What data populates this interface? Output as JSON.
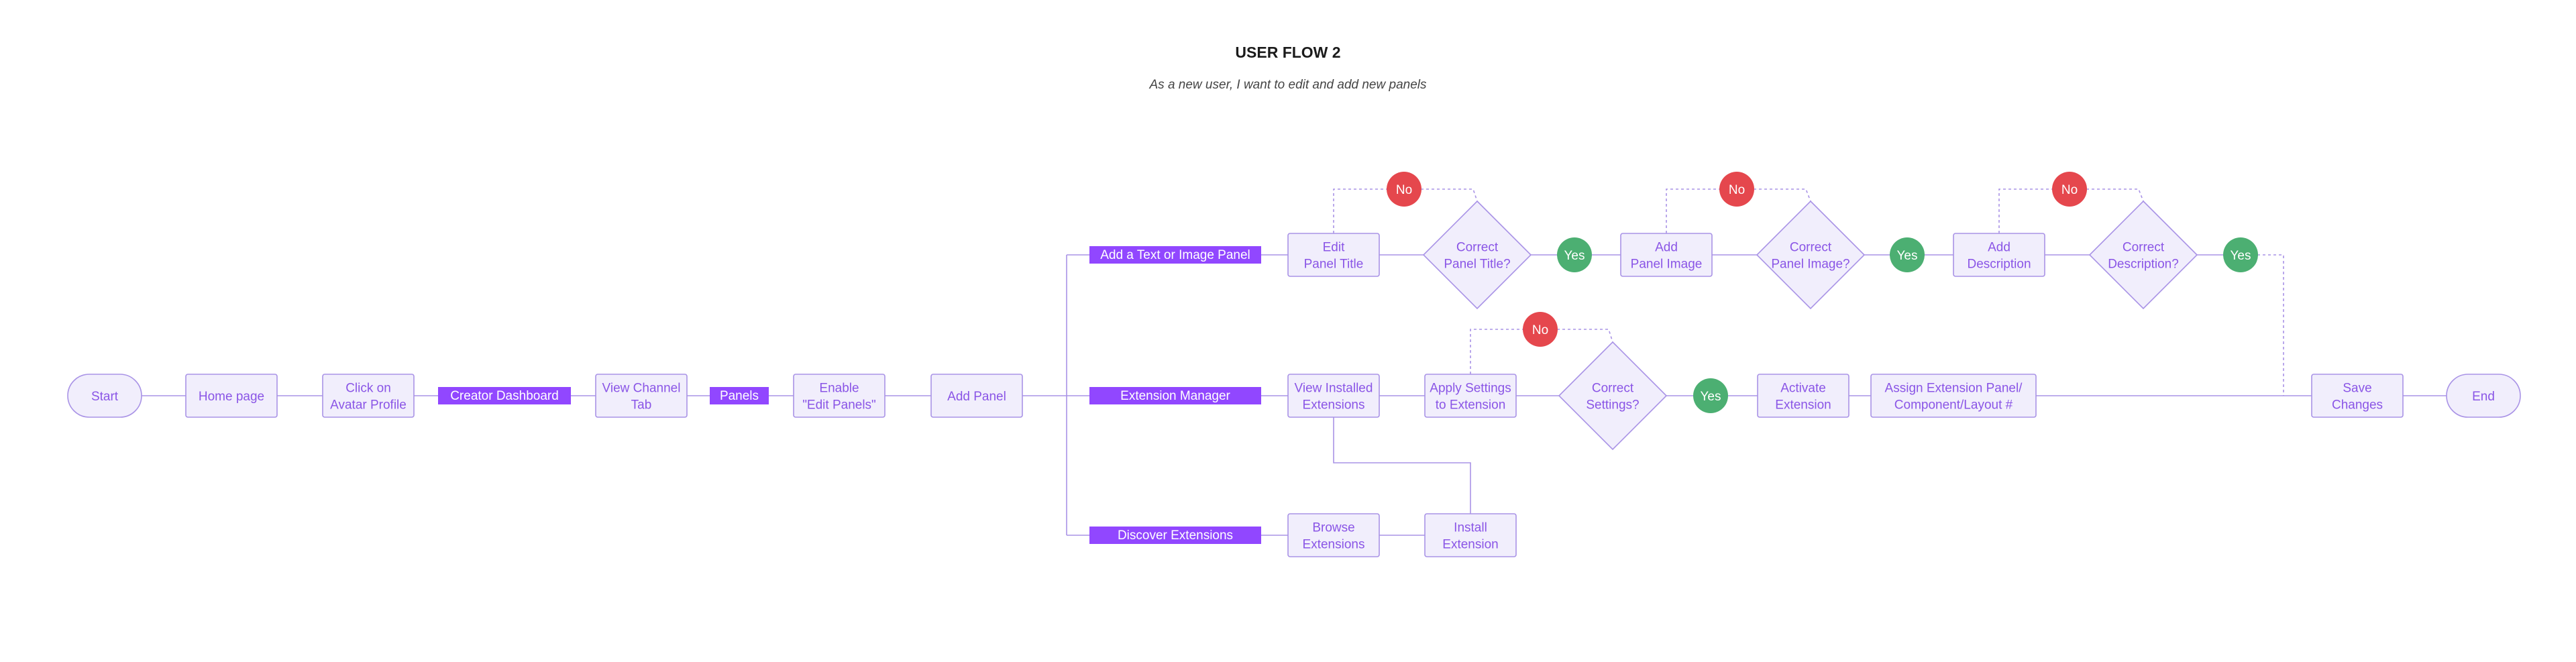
{
  "header": {
    "title": "USER FLOW 2",
    "subtitle": "As a new user, I want to edit and add new panels"
  },
  "colors": {
    "node_fill": "#f1eefc",
    "node_stroke": "#a993e6",
    "node_text": "#8a55e6",
    "bar_fill": "#9147ff",
    "no_badge": "#e5474d",
    "yes_badge": "#4caf72"
  },
  "nodes": {
    "start": {
      "shape": "terminal",
      "lines": [
        "Start"
      ]
    },
    "home_page": {
      "shape": "process",
      "lines": [
        "Home page"
      ]
    },
    "click_avatar": {
      "shape": "process",
      "lines": [
        "Click on",
        "Avatar Profile"
      ]
    },
    "creator_dashboard": {
      "shape": "bar",
      "lines": [
        "Creator Dashboard"
      ]
    },
    "view_channel_tab": {
      "shape": "process",
      "lines": [
        "View Channel",
        "Tab"
      ]
    },
    "panels": {
      "shape": "bar",
      "lines": [
        "Panels"
      ]
    },
    "enable_edit_panels": {
      "shape": "process",
      "lines": [
        "Enable",
        "\"Edit Panels\""
      ]
    },
    "add_panel": {
      "shape": "process",
      "lines": [
        "Add Panel"
      ]
    },
    "add_text_image_panel": {
      "shape": "bar",
      "lines": [
        "Add a Text or Image Panel"
      ]
    },
    "extension_manager": {
      "shape": "bar",
      "lines": [
        "Extension Manager"
      ]
    },
    "discover_extensions": {
      "shape": "bar",
      "lines": [
        "Discover Extensions"
      ]
    },
    "edit_panel_title": {
      "shape": "process",
      "lines": [
        "Edit",
        "Panel Title"
      ]
    },
    "correct_panel_title": {
      "shape": "decision",
      "lines": [
        "Correct",
        "Panel Title?"
      ]
    },
    "add_panel_image": {
      "shape": "process",
      "lines": [
        "Add",
        "Panel Image"
      ]
    },
    "correct_panel_image": {
      "shape": "decision",
      "lines": [
        "Correct",
        "Panel Image?"
      ]
    },
    "add_description": {
      "shape": "process",
      "lines": [
        "Add",
        "Description"
      ]
    },
    "correct_description": {
      "shape": "decision",
      "lines": [
        "Correct",
        "Description?"
      ]
    },
    "view_installed_extensions": {
      "shape": "process",
      "lines": [
        "View Installed",
        "Extensions"
      ]
    },
    "apply_settings": {
      "shape": "process",
      "lines": [
        "Apply Settings",
        "to Extension"
      ]
    },
    "correct_settings": {
      "shape": "decision",
      "lines": [
        "Correct",
        "Settings?"
      ]
    },
    "activate_extension": {
      "shape": "process",
      "lines": [
        "Activate",
        "Extension"
      ]
    },
    "assign_extension_panel": {
      "shape": "process",
      "lines": [
        "Assign Extension Panel/",
        "Component/Layout #"
      ]
    },
    "browse_extensions": {
      "shape": "process",
      "lines": [
        "Browse",
        "Extensions"
      ]
    },
    "install_extension": {
      "shape": "process",
      "lines": [
        "Install",
        "Extension"
      ]
    },
    "save_changes": {
      "shape": "process",
      "lines": [
        "Save",
        "Changes"
      ]
    },
    "end": {
      "shape": "terminal",
      "lines": [
        "End"
      ]
    }
  },
  "badges": {
    "no_title": {
      "kind": "no",
      "label": "No"
    },
    "yes_title": {
      "kind": "yes",
      "label": "Yes"
    },
    "no_image": {
      "kind": "no",
      "label": "No"
    },
    "yes_image": {
      "kind": "yes",
      "label": "Yes"
    },
    "no_description": {
      "kind": "no",
      "label": "No"
    },
    "yes_description": {
      "kind": "yes",
      "label": "Yes"
    },
    "no_settings": {
      "kind": "no",
      "label": "No"
    },
    "yes_settings": {
      "kind": "yes",
      "label": "Yes"
    }
  }
}
